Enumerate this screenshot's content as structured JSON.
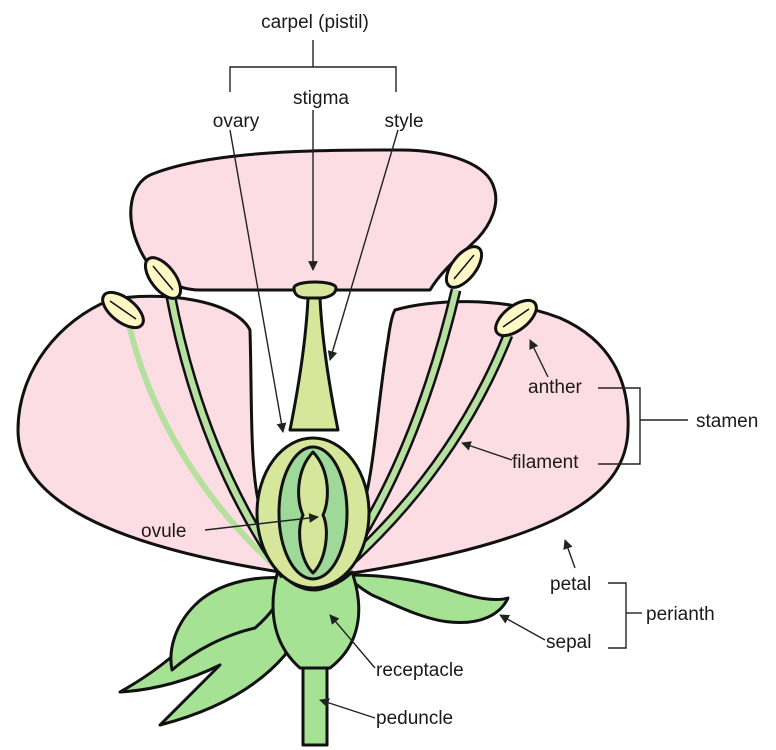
{
  "labels": {
    "carpel": "carpel (pistil)",
    "stigma": "stigma",
    "ovary": "ovary",
    "style": "style",
    "anther": "anther",
    "stamen": "stamen",
    "filament": "filament",
    "ovule": "ovule",
    "petal": "petal",
    "perianth": "perianth",
    "sepal": "sepal",
    "receptacle": "receptacle",
    "peduncle": "peduncle"
  },
  "colors": {
    "petal": "#fddde4",
    "sepal": "#a6e294",
    "stamen": "#b5e09e",
    "pistil": "#d6e69a",
    "anther": "#fff7c4",
    "ovule_chamber": "#9fd99a",
    "outline": "#111111"
  }
}
